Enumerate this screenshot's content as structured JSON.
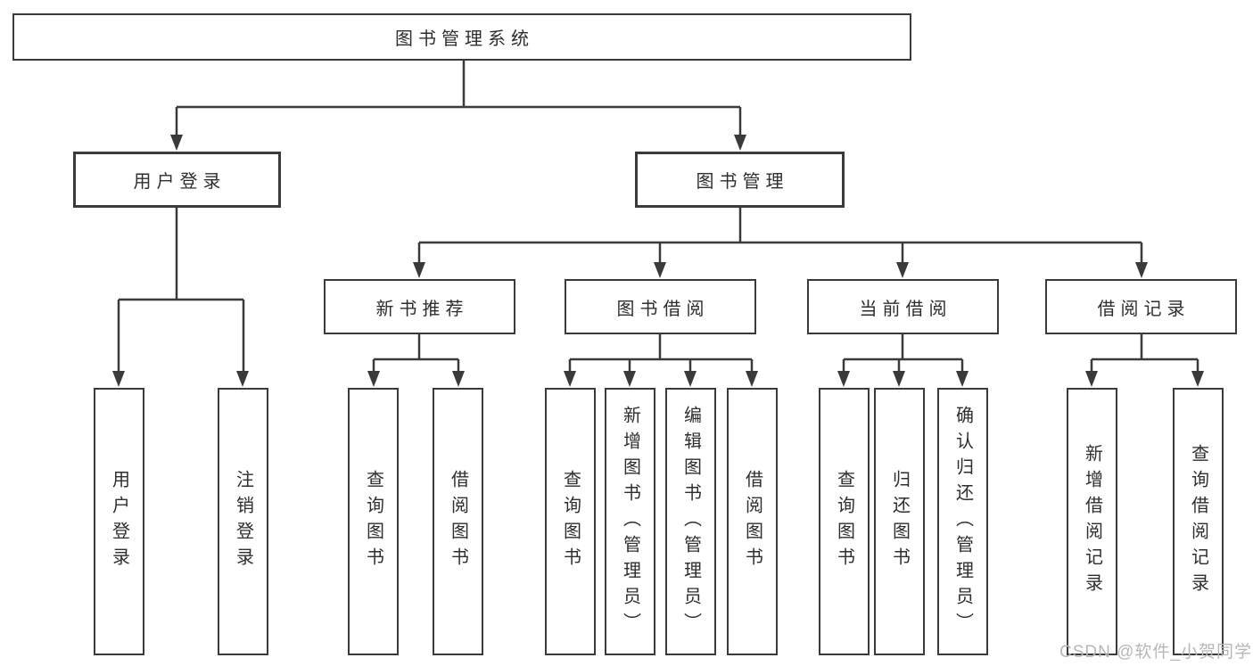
{
  "diagram_title": "图书管理系统",
  "tree": {
    "label": "图书管理系统",
    "children": [
      {
        "label": "用户登录",
        "children": [
          {
            "label": "用户登录"
          },
          {
            "label": "注销登录"
          }
        ]
      },
      {
        "label": "图书管理",
        "children": [
          {
            "label": "新书推荐",
            "children": [
              {
                "label": "查询图书"
              },
              {
                "label": "借阅图书"
              }
            ]
          },
          {
            "label": "图书借阅",
            "children": [
              {
                "label": "查询图书"
              },
              {
                "label": "新增图书（管理员）"
              },
              {
                "label": "编辑图书（管理员）"
              },
              {
                "label": "借阅图书"
              }
            ]
          },
          {
            "label": "当前借阅",
            "children": [
              {
                "label": "查询图书"
              },
              {
                "label": "归还图书"
              },
              {
                "label": "确认归还（管理员）"
              }
            ]
          },
          {
            "label": "借阅记录",
            "children": [
              {
                "label": "新增借阅记录"
              },
              {
                "label": "查询借阅记录"
              }
            ]
          }
        ]
      }
    ]
  },
  "watermark": "CSDN @软件_小贺同学",
  "colors": {
    "line": "#3a3a3a",
    "border": "#3a3a3a",
    "text": "#2e2e2e",
    "watermark": "#b7b7b7",
    "background": "#ffffff"
  }
}
